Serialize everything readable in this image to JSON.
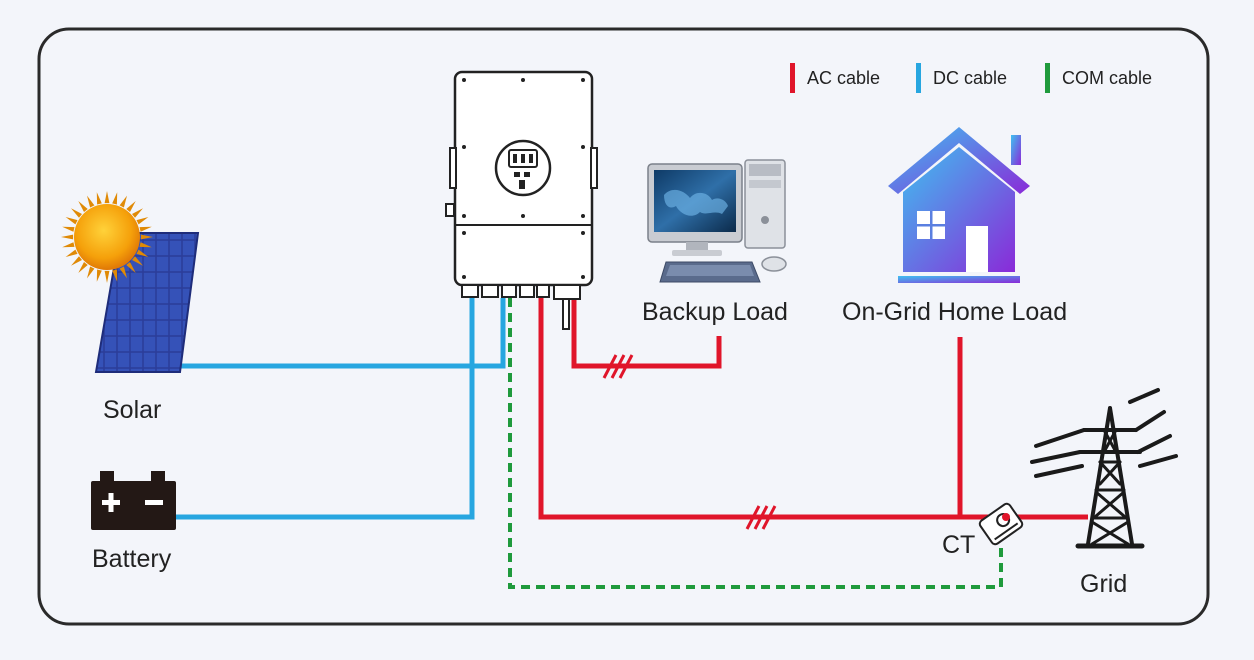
{
  "legend": {
    "ac": {
      "label": "AC cable",
      "color": "#e0152a"
    },
    "dc": {
      "label": "DC cable",
      "color": "#27a6e0"
    },
    "com": {
      "label": "COM cable",
      "color": "#1f9a3c"
    }
  },
  "labels": {
    "solar": "Solar",
    "battery": "Battery",
    "backup_load": "Backup Load",
    "home_load": "On-Grid Home Load",
    "ct": "CT",
    "grid": "Grid"
  },
  "colors": {
    "frame": "#2a2a2a",
    "background": "#f3f5fa",
    "house_gradient_start": "#4bb6ee",
    "house_gradient_end": "#7b2bd6"
  }
}
